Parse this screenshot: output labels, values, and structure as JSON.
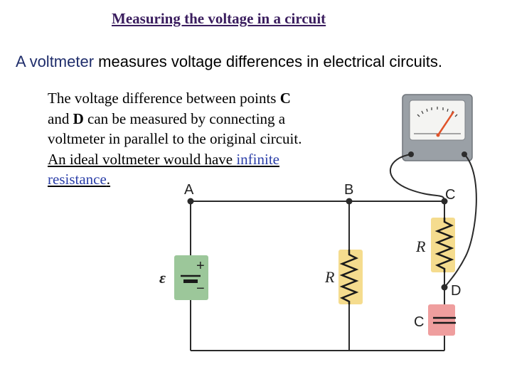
{
  "title": "Measuring the voltage in a circuit",
  "intro": {
    "highlight": "A voltmeter",
    "rest": " measures voltage differences in electrical circuits."
  },
  "paragraph": {
    "l1_pre": "The voltage difference between points ",
    "l1_c": "C",
    "l2_pre": "and ",
    "l2_d": "D",
    "l2_post": " can be measured by connecting a",
    "l3": "voltmeter in parallel to the original circuit.",
    "l4_pre": "An ideal voltmeter would have ",
    "l4_link": "infinite",
    "l5_link": "resistance",
    "l5_post": "."
  },
  "diagram": {
    "points": {
      "a": "A",
      "b": "B",
      "c": "C",
      "d": "D"
    },
    "emf_symbol": "ε",
    "battery_plus": "+",
    "battery_minus": "−",
    "resistor_label_parallel": "R",
    "resistor_label_series": "R",
    "capacitor_label": "C",
    "colors": {
      "wire": "#2a2a2a",
      "battery_bg": "#9cc79a",
      "resistor_bg": "#f5dc8e",
      "capacitor_bg": "#ef9e9e",
      "meter_body": "#9aa0a6",
      "needle": "#e0532a"
    }
  }
}
